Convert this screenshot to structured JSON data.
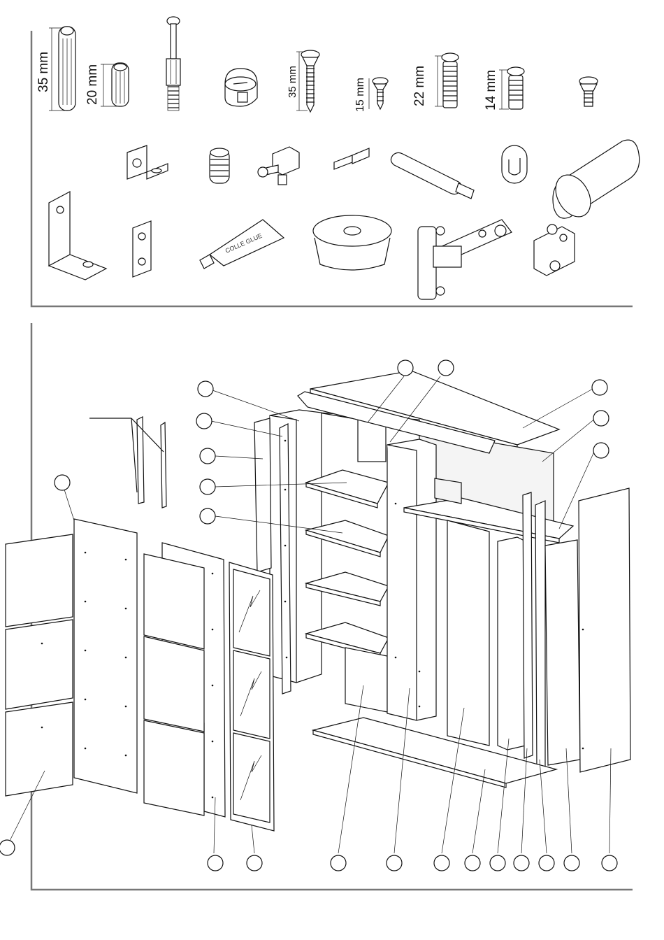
{
  "hardware": {
    "dim_dowel_long": "35 mm",
    "dim_dowel_short": "20 mm",
    "dim_screw_35": "35 mm",
    "dim_screw_15": "15 mm",
    "dim_screw_22": "22 mm",
    "dim_screw_14": "14 mm",
    "glue_tube_text": "COLLE GLUE"
  },
  "icons": [
    "dowel-long-icon",
    "dowel-short-icon",
    "cam-bolt-icon",
    "cam-lock-icon",
    "screw-35-icon",
    "screw-15-icon",
    "euro-screw-22-icon",
    "euro-screw-14-icon",
    "short-screw-icon",
    "shelf-bracket-icon",
    "insert-nut-icon",
    "connector-icon",
    "shelf-pin-icon",
    "push-latch-icon",
    "hanger-icon",
    "handle-icon",
    "angle-bracket-icon",
    "flat-plate-icon",
    "glue-tube-icon",
    "foot-pad-icon",
    "hinge-icon",
    "mounting-plate-icon"
  ]
}
